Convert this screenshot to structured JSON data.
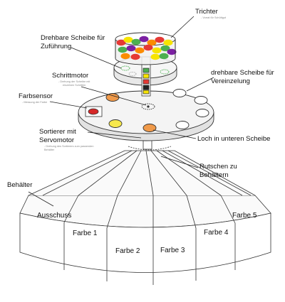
{
  "labels": {
    "trichter": "Trichter",
    "trichter_note": "- Vorrat für Schüttgut",
    "zufuehrung_line1": "Drehbare Scheibe für",
    "zufuehrung_line2": "Zuführung",
    "schrittmotor": "Schrittmotor",
    "schrittmotor_note1": "- Drehung der Scheibe mit",
    "schrittmotor_note2": "einzelnen Schritten",
    "vereinzelung_line1": "drehbare Scheibe für",
    "vereinzelung_line2": "Vereinzelung",
    "farbsensor": "Farbsensor",
    "farbsensor_note": "- Messung der Farbe",
    "sortierer_line1": "Sortierer mit",
    "sortierer_line2": "Servomotor",
    "sortierer_note1": "- Drehung des Sortierers zum passenden",
    "sortierer_note2": "Behälter",
    "loch": "Loch in unteren Scheibe",
    "rutschen_line1": "Rutschen zu",
    "rutschen_line2": "Behältern",
    "behaelter": "Behälter"
  },
  "bins": [
    "Ausschuss",
    "Farbe 1",
    "Farbe 2",
    "Farbe 3",
    "Farbe 4",
    "Farbe 5"
  ],
  "colors": {
    "line": "#333333",
    "disk_top": "#f4f4f4",
    "disk_side": "#e2e2e2",
    "hole_orange": "#f09a4a",
    "hole_yellow": "#f7e84c",
    "sensor_red": "#d62828",
    "candy_red": "#e53935",
    "candy_yellow": "#f7e400",
    "candy_green": "#4caf50",
    "candy_purple": "#7b1fa2",
    "candy_orange": "#fb8c00"
  }
}
